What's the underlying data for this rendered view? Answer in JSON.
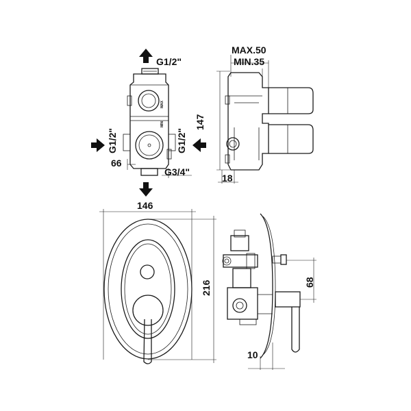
{
  "diagram": {
    "labels": {
      "top_outlet": "G1/2\"",
      "left_inlet": "G1/2\"",
      "right_inlet": "G1/2\"",
      "bottom_outlet": "G3/4\"",
      "side_width": "66",
      "body_height": "147",
      "max_depth": "MAX.50",
      "min_depth": "MIN.35",
      "side_depth": "18",
      "plate_width": "146",
      "plate_height": "216",
      "handle_offset": "68",
      "plate_depth": "10"
    },
    "body_markings": {
      "max": "MAX",
      "min": "MIN"
    }
  }
}
